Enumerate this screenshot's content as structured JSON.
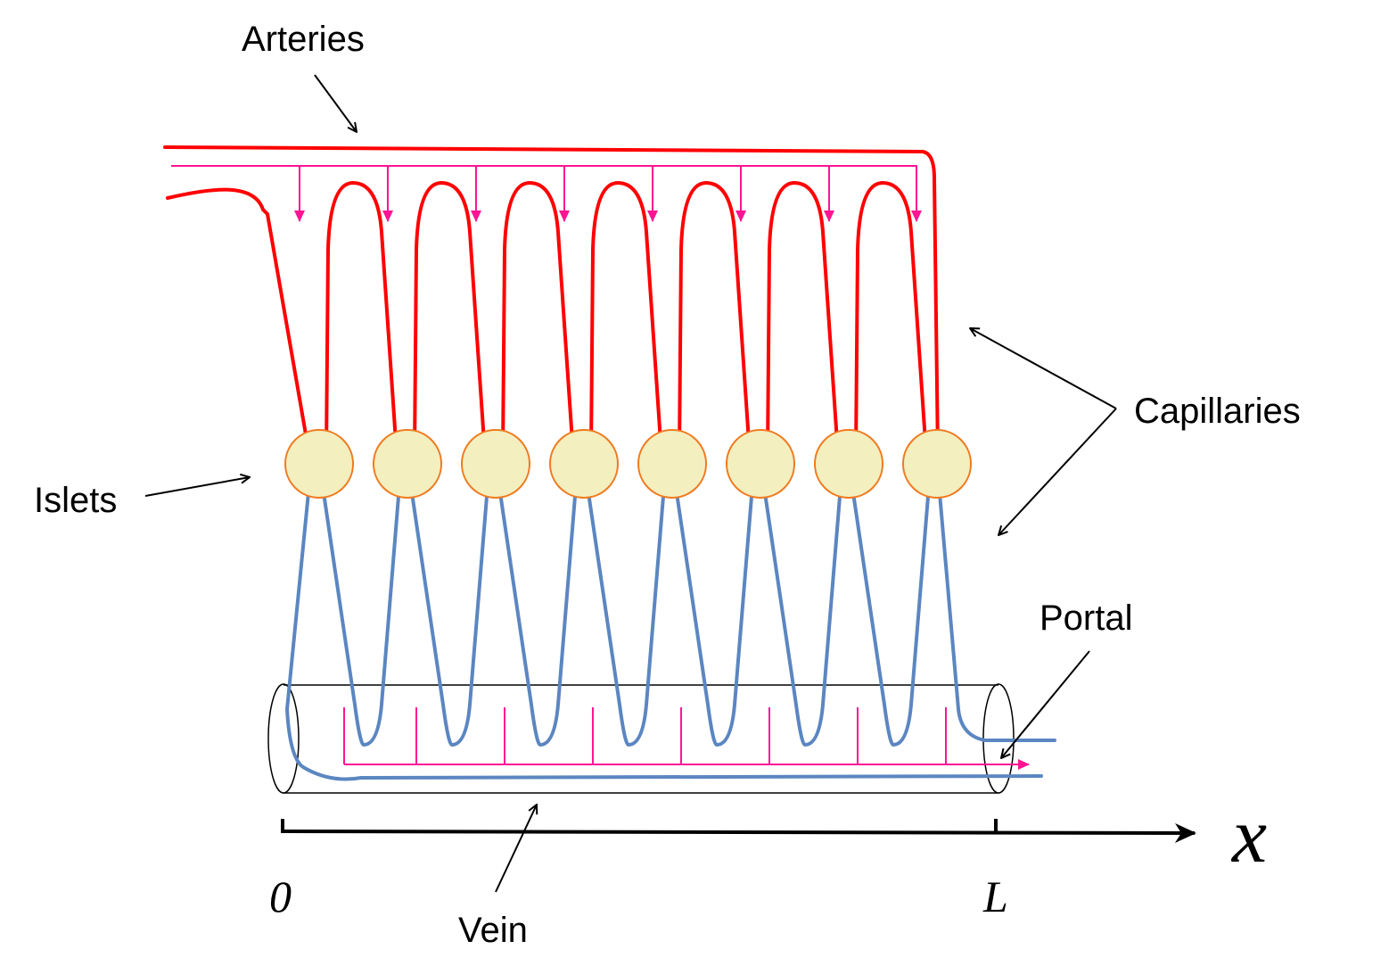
{
  "labels": {
    "arteries": "Arteries",
    "capillaries": "Capillaries",
    "islets": "Islets",
    "portal": "Portal",
    "vein": "Vein",
    "axis_var": "x",
    "axis_start": "0",
    "axis_end": "L"
  },
  "colors": {
    "artery": "#ff0000",
    "vein": "#5b86c1",
    "flow_arrow": "#ff1493",
    "islet_fill": "#f3efbf",
    "islet_stroke": "#f07a20",
    "annotation": "#000000"
  },
  "islet_count": 8
}
